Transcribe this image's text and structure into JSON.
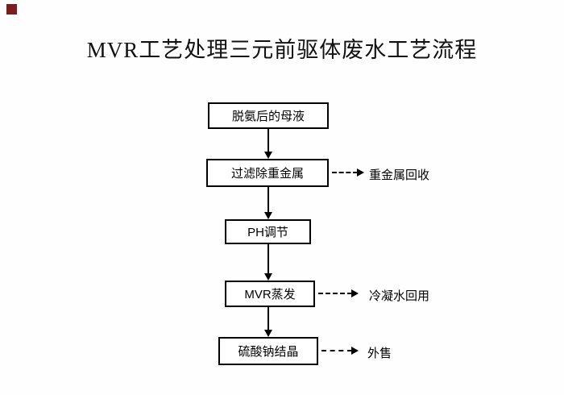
{
  "page": {
    "title": "MVR工艺处理三元前驱体废水工艺流程"
  },
  "flow": {
    "steps": [
      {
        "label": "脱氨后的母液"
      },
      {
        "label": "过滤除重金属",
        "branch": "重金属回收"
      },
      {
        "label": "PH调节"
      },
      {
        "label": "MVR蒸发",
        "branch": "冷凝水回用"
      },
      {
        "label": "硫酸钠结晶",
        "branch": "外售"
      }
    ]
  },
  "colors": {
    "corner_mark": "#7b1d1d",
    "line": "#000000",
    "background": "#fefefe"
  }
}
